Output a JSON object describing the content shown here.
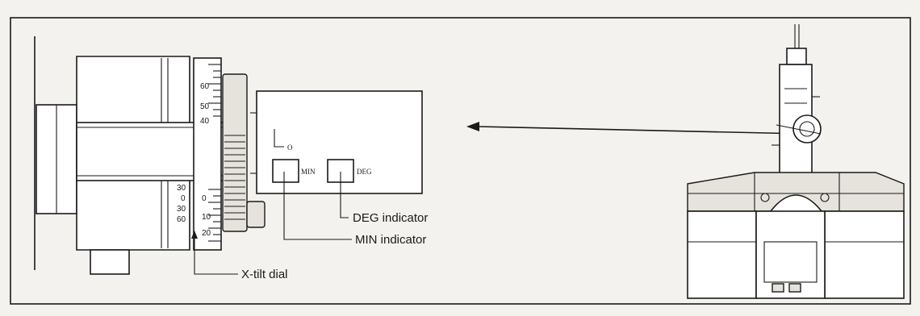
{
  "labels": {
    "o_mark": "O",
    "min_box": "MIN",
    "deg_box": "DEG",
    "deg_indicator": "DEG indicator",
    "min_indicator": "MIN indicator",
    "x_tilt_dial": "X-tilt dial"
  },
  "scale_upper": [
    "60",
    "50",
    "40"
  ],
  "scale_lower_left": [
    "30",
    "0",
    "30",
    "60"
  ],
  "scale_lower_right": [
    "0",
    "10",
    "20"
  ]
}
